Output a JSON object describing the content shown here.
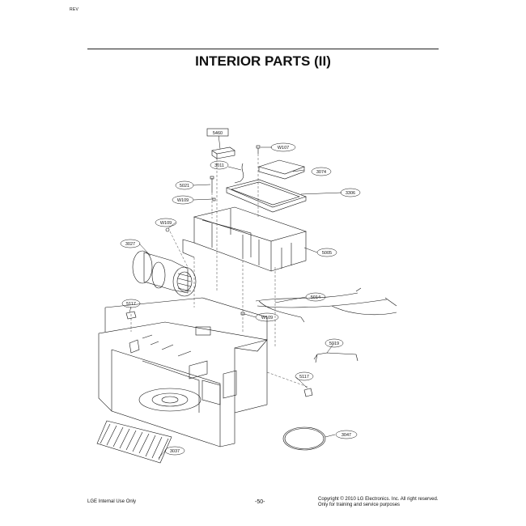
{
  "header": {
    "corner_text": "REV"
  },
  "title": "INTERIOR PARTS (II)",
  "callouts": [
    "5460",
    "W107",
    "3011",
    "3074",
    "5021",
    "3306",
    "W109",
    "W109",
    "3027",
    "5005",
    "5014",
    "5117",
    "W109",
    "5019",
    "5117",
    "3047",
    "3037"
  ],
  "footer": {
    "left": "LGE Internal Use Only",
    "page_number": "-50-",
    "copyright_line1": "Copyright © 2010 LG Electronics. Inc. All right reserved.",
    "copyright_line2": "Only for training and service purposes"
  }
}
